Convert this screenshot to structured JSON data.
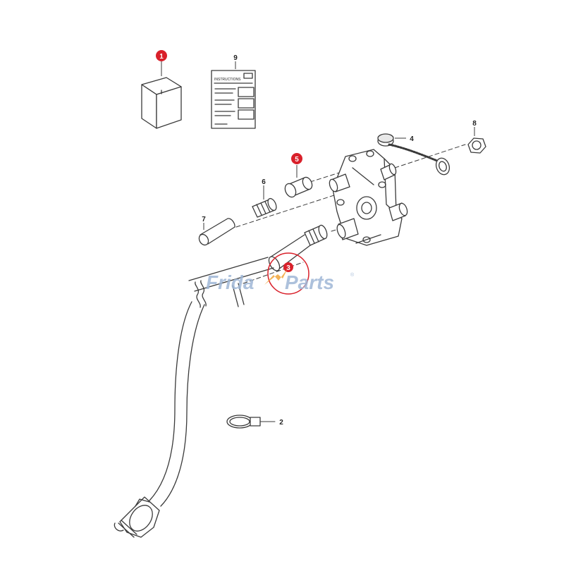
{
  "colors": {
    "line": "#3a3a3a",
    "callout_red": "#d9202a",
    "watermark_blue": "#9fb7d6",
    "watermark_orange": "#f0a53a"
  },
  "callouts": [
    {
      "id": "1",
      "label": "1",
      "highlight": true
    },
    {
      "id": "2",
      "label": "2",
      "highlight": false
    },
    {
      "id": "3",
      "label": "3",
      "highlight": true
    },
    {
      "id": "4",
      "label": "4",
      "highlight": false
    },
    {
      "id": "5",
      "label": "5",
      "highlight": true
    },
    {
      "id": "6",
      "label": "6",
      "highlight": false
    },
    {
      "id": "7",
      "label": "7",
      "highlight": false
    },
    {
      "id": "8",
      "label": "8",
      "highlight": false
    },
    {
      "id": "9",
      "label": "9",
      "highlight": false
    }
  ],
  "manual_heading": "INSTRUCTIONS",
  "watermark": {
    "part1": "Frida",
    "part2": "Parts",
    "registered": "®"
  }
}
